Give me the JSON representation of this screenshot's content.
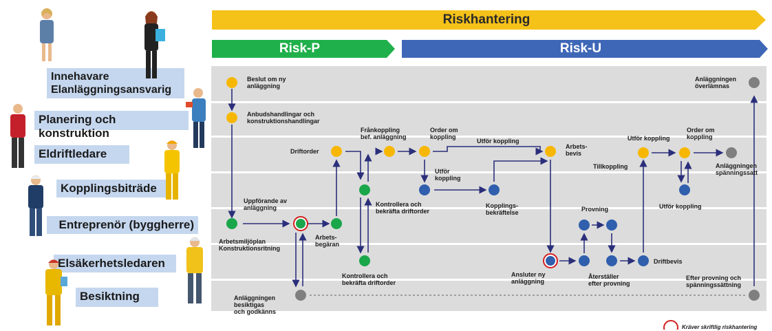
{
  "banners": {
    "riskhantering": "Riskhantering",
    "risk_p": "Risk-P",
    "risk_u": "Risk-U"
  },
  "roles": [
    "Innehavare\nElanläggningsansvarig",
    "Planering och konstruktion",
    "Eldriftledare",
    "Kopplingsbiträde",
    "Entreprenör (byggherre)",
    "Elsäkerhetsledaren",
    "Besiktning"
  ],
  "labels": {
    "beslut": "Beslut om ny\nanläggning",
    "anbud": "Anbudshandlingar och\nkonstruktionshandlingar",
    "driftorder": "Driftorder",
    "frankoppling": "Frånkoppling\nbef. anläggning",
    "order_om_koppling_1": "Order om\nkoppling",
    "utfor_koppling_1": "Utför koppling",
    "arbetsbevis": "Arbets-\nbevis",
    "utfor_koppling_2": "Utför\nkoppling",
    "kopplingsbekraftelse": "Kopplings-\nbekräftelse",
    "kontrollera_1": "Kontrollera och\nbekräfta driftorder",
    "uppforande": "Uppförande av\nanläggning",
    "arbetsmiljoplan": "Arbetsmiljöplan\nKonstruktionsritning",
    "arbetsbegaran": "Arbets-\nbegäran",
    "kontrollera_2": "Kontrollera och\nbekräfta driftorder",
    "besiktigas": "Anläggningen\nbesiktigas\noch godkänns",
    "ansluter": "Ansluter ny\nanläggning",
    "aterstaller": "Återställer\nefter provning",
    "provning": "Provning",
    "driftbevis": "Driftbevis",
    "tillkoppling": "Tillkoppling",
    "utfor_koppling_3": "Utför koppling",
    "order_om_koppling_2": "Order om\nkoppling",
    "anlaggningen_spanningssatt": "Anläggningen\nspänningssatt",
    "utfor_koppling_4": "Utför koppling",
    "anlaggningen_overlamnas": "Anläggningen\növerlämnas",
    "efter_provning": "Efter provning och\nspänningssättning"
  },
  "legend": {
    "text": "Kräver skriftlig riskhantering"
  },
  "colors": {
    "yellow": "#f7b700",
    "green": "#1aa64a",
    "blue": "#2f5fad",
    "gray": "#7f7f7f",
    "arrow": "#2b2f7a",
    "riskhantering_bar": "#f5c21a",
    "risk_p_bar": "#1fb04b",
    "risk_u_bar": "#3f67b7",
    "risk_marker": "#d32020",
    "role_box": "#c5d7ee"
  }
}
